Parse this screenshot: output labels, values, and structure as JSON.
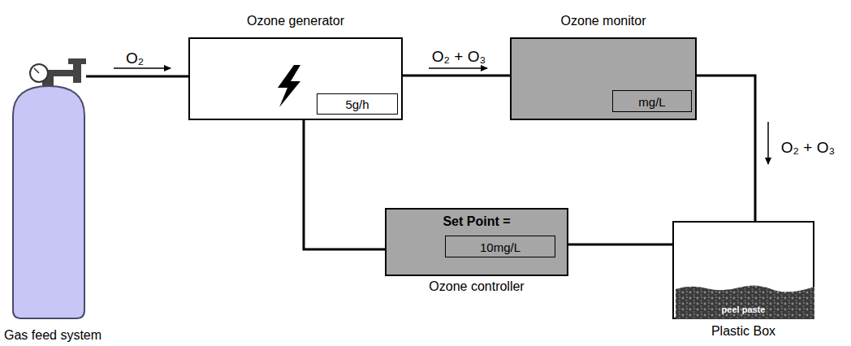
{
  "diagram": {
    "nodes": [
      {
        "text": [
          "Gas feed system"
        ]
      },
      {
        "text": [
          "Ozone generator"
        ]
      },
      {
        "text": [
          "5g/h"
        ],
        "in": 1
      },
      {
        "text": [
          "Ozone monitor"
        ]
      },
      {
        "text": [
          "mg/L"
        ],
        "in": 3
      },
      {
        "text": [
          "Set Point =",
          "Ozone controller"
        ]
      },
      {
        "text": [
          "10mg/L"
        ],
        "in": 5
      },
      {
        "text": [
          "Plastic Box",
          "peel paste"
        ]
      }
    ],
    "edges": [
      {
        "from": 0,
        "to": 1,
        "arrow": "none",
        "label": "O₂"
      },
      {
        "from": 1,
        "to": 3,
        "arrow": "none",
        "label": "O₂ + O₃"
      },
      {
        "from": 3,
        "to": 7,
        "arrow": "none",
        "label": "O₂ + O₃"
      },
      {
        "from": 1,
        "to": 5,
        "arrow": "none"
      },
      {
        "from": 5,
        "to": 7,
        "arrow": "none"
      }
    ]
  }
}
